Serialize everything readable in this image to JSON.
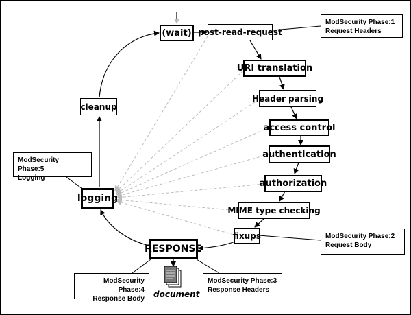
{
  "nodes": {
    "wait": "(wait)",
    "post_read_request": "post-read-request",
    "uri_translation": "URI translation",
    "header_parsing": "Header parsing",
    "access_control": "access control",
    "authentication": "authentication",
    "authorization": "authorization",
    "mime_type_checking": "MIME type checking",
    "fixups": "fixups",
    "response": "RESPONSE",
    "logging": "logging",
    "cleanup": "cleanup",
    "document": "document"
  },
  "callouts": {
    "phase1": {
      "line1": "ModSecurity Phase:1",
      "line2": "Request Headers"
    },
    "phase2": {
      "line1": "ModSecurity Phase:2",
      "line2": "Request Body"
    },
    "phase3": {
      "line1": "ModSecurity Phase:3",
      "line2": "Response Headers"
    },
    "phase4": {
      "line1": "ModSecurity Phase:4",
      "line2": "Response Body"
    },
    "phase5": {
      "line1": "ModSecurity Phase:5",
      "line2": "Logging"
    }
  },
  "colors": {
    "line": "#000000",
    "dashed": "#bbbbbb",
    "doc_icon": "#666666"
  }
}
